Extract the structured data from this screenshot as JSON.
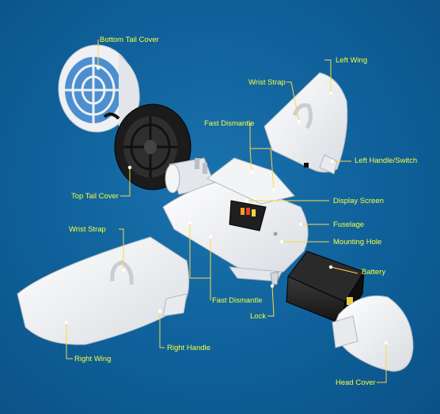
{
  "labels": {
    "bottom_tail_cover": "Bottom Tail Cover",
    "left_wing": "Left Wing",
    "wrist_strap_top": "Wrist Strap",
    "fast_dismantle_top": "Fast Dismantle",
    "left_handle_switch": "Left Handle/Switch",
    "top_tail_cover": "Top Tail Cover",
    "display_screen": "Display Screen",
    "fuselage": "Fuselage",
    "wrist_strap_bottom": "Wrist Strap",
    "mounting_hole": "Mounting Hole",
    "battery": "Battery",
    "fast_dismantle_bottom": "Fast Dismantle",
    "lock": "Lock",
    "right_handle": "Right Handle",
    "right_wing": "Right Wing",
    "head_cover": "Head Cover"
  },
  "colors": {
    "background": "#0f609a",
    "label_text": "#f6ff3c",
    "leader_line": "#ffd64a"
  }
}
